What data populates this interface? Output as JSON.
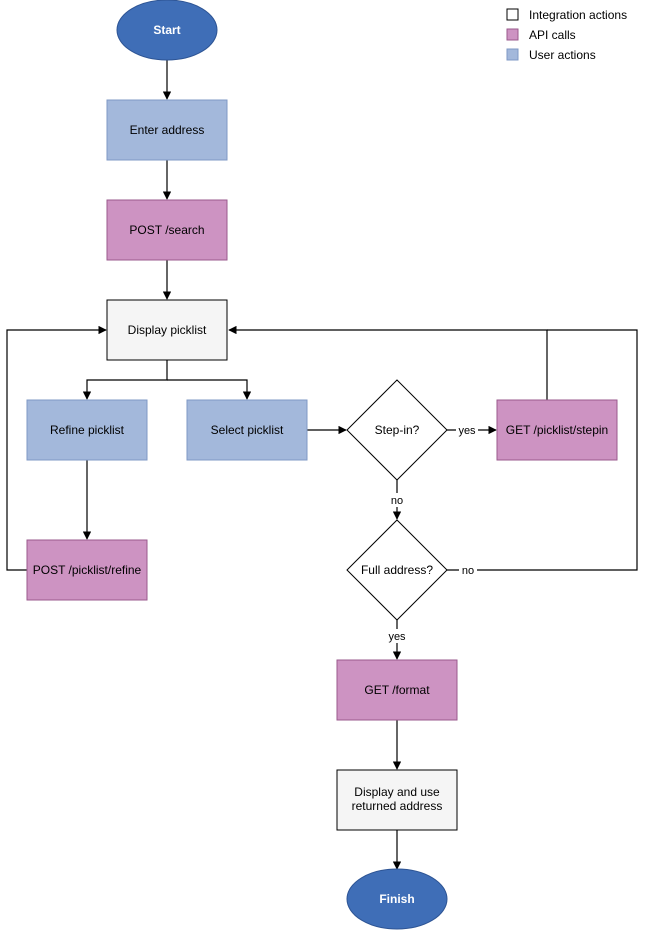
{
  "colors": {
    "integration": "#f5f5f5",
    "api": "#cd93c2",
    "user": "#a3b8db",
    "terminal": "#3f6eb7",
    "stroke_api": "#9a5a8c",
    "stroke_user": "#7f98c5",
    "stroke_integration": "#000000"
  },
  "legend": {
    "items": [
      {
        "label": "Integration actions",
        "color": "#ffffff"
      },
      {
        "label": "API calls",
        "color": "#cd93c2"
      },
      {
        "label": "User actions",
        "color": "#a3b8db"
      }
    ]
  },
  "nodes": {
    "start": "Start",
    "enter_address": "Enter address",
    "post_search": "POST /search",
    "display_picklist": "Display picklist",
    "refine_picklist": "Refine picklist",
    "select_picklist": "Select picklist",
    "post_refine": "POST /picklist/refine",
    "step_in": "Step-in?",
    "get_stepin": "GET /picklist/stepin",
    "full_address": "Full address?",
    "get_format": "GET /format",
    "display_use_line1": "Display and use",
    "display_use_line2": "returned address",
    "finish": "Finish"
  },
  "edges": {
    "stepin_yes": "yes",
    "stepin_no": "no",
    "full_no": "no",
    "full_yes": "yes"
  }
}
